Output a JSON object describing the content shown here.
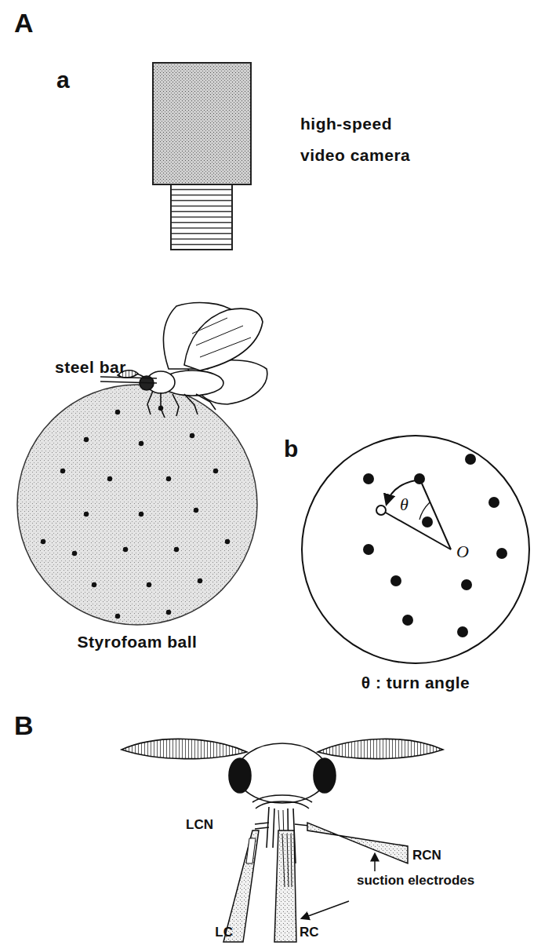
{
  "diagram": {
    "labels": [
      "A",
      "a",
      "high-speed video camera",
      "steel bar",
      "Styrofoam ball",
      "b",
      "θ",
      "O",
      "θ : turn angle",
      "B",
      "LCN",
      "RCN",
      "suction electrodes",
      "LC",
      "RC"
    ]
  }
}
